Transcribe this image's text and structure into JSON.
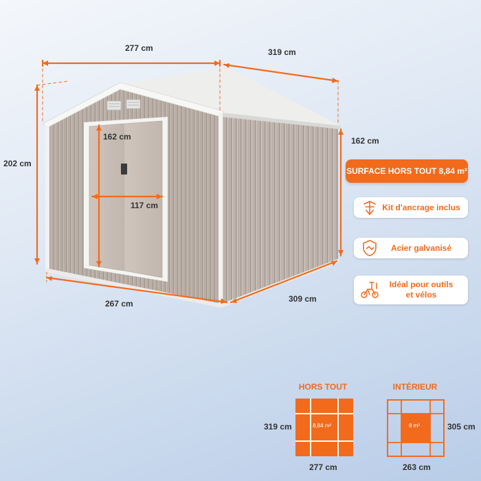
{
  "dimensions": {
    "top_front_width": "277 cm",
    "top_side_depth": "319 cm",
    "total_height": "202 cm",
    "side_wall_height": "162 cm",
    "door_height": "162 cm",
    "door_width": "117 cm",
    "base_front_width": "267 cm",
    "base_side_depth": "309 cm"
  },
  "surface_badge": {
    "text": "SURFACE HORS TOUT 8,84 m²"
  },
  "features": [
    {
      "icon": "anchor-kit-icon",
      "label": "Kit d'ancrage inclus"
    },
    {
      "icon": "galvanized-shield-icon",
      "label": "Acier galvanisé"
    },
    {
      "icon": "tools-bike-icon",
      "label_line1": "Idéal pour outils",
      "label_line2": "et vélos"
    }
  ],
  "plans": {
    "outside": {
      "title": "HORS TOUT",
      "depth": "319 cm",
      "width": "277 cm",
      "area": "8,84 m²"
    },
    "inside": {
      "title": "INTÉRIEUR",
      "depth": "305 cm",
      "width": "263 cm",
      "area": "8 m²"
    }
  },
  "colors": {
    "accent": "#f26a1b",
    "shed_wall": "#b9aea6",
    "shed_trim": "#f4f4f2"
  }
}
